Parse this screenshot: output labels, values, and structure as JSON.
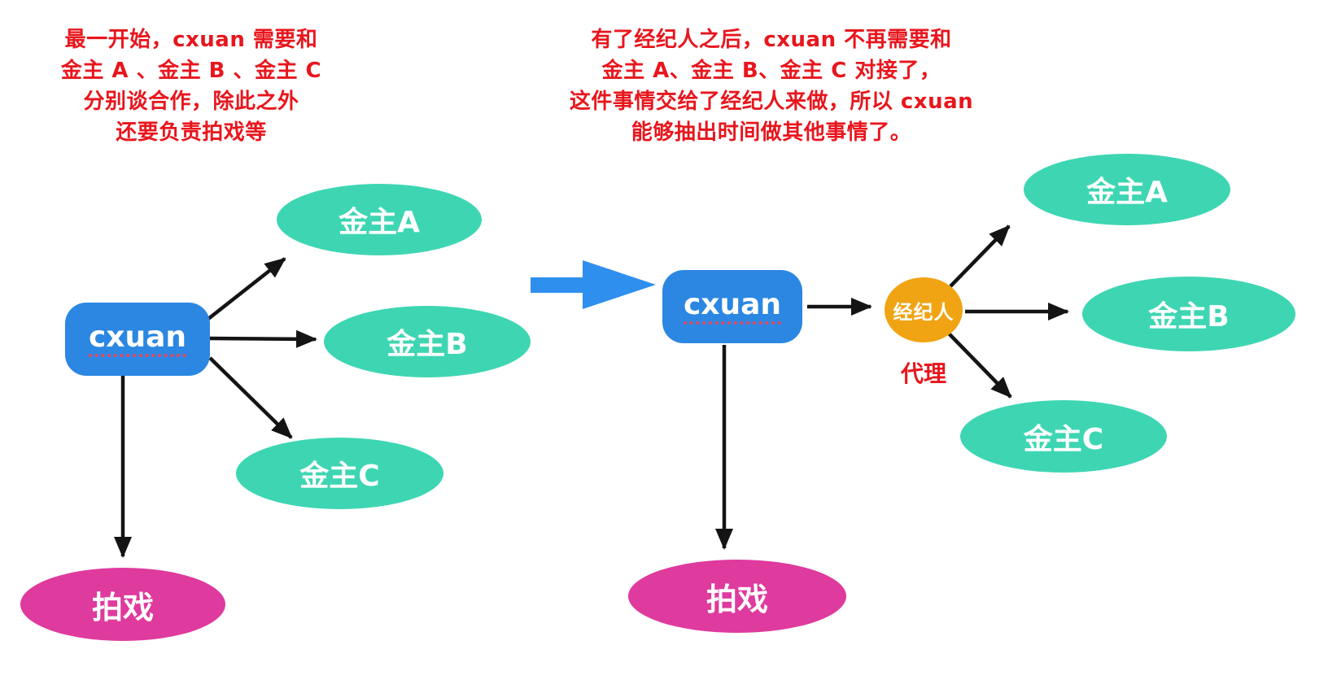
{
  "panels": {
    "before": {
      "caption_lines": [
        "最一开始，cxuan 需要和",
        "金主 A 、金主 B 、金主 C",
        "分别谈合作，除此之外",
        "还要负责拍戏等"
      ],
      "actor_label": "cxuan",
      "clients": [
        "金主A",
        "金主B",
        "金主C"
      ],
      "task_label": "拍戏"
    },
    "after": {
      "caption_lines": [
        "有了经纪人之后，cxuan 不再需要和",
        "金主 A、金主 B、金主 C 对接了，",
        "这件事情交给了经纪人来做，所以 cxuan",
        "能够抽出时间做其他事情了。"
      ],
      "actor_label": "cxuan",
      "agent_label": "经纪人",
      "agent_role_label": "代理",
      "clients": [
        "金主A",
        "金主B",
        "金主C"
      ],
      "task_label": "拍戏"
    }
  },
  "colors": {
    "caption_red": "#e8161d",
    "node_blue": "#2b87e2",
    "node_teal": "#3ed6b2",
    "node_magenta": "#df3a9e",
    "node_orange": "#f0a413",
    "transition_blue": "#2f8fee",
    "arrow_black": "#141414",
    "label_white": "#ffffff"
  }
}
